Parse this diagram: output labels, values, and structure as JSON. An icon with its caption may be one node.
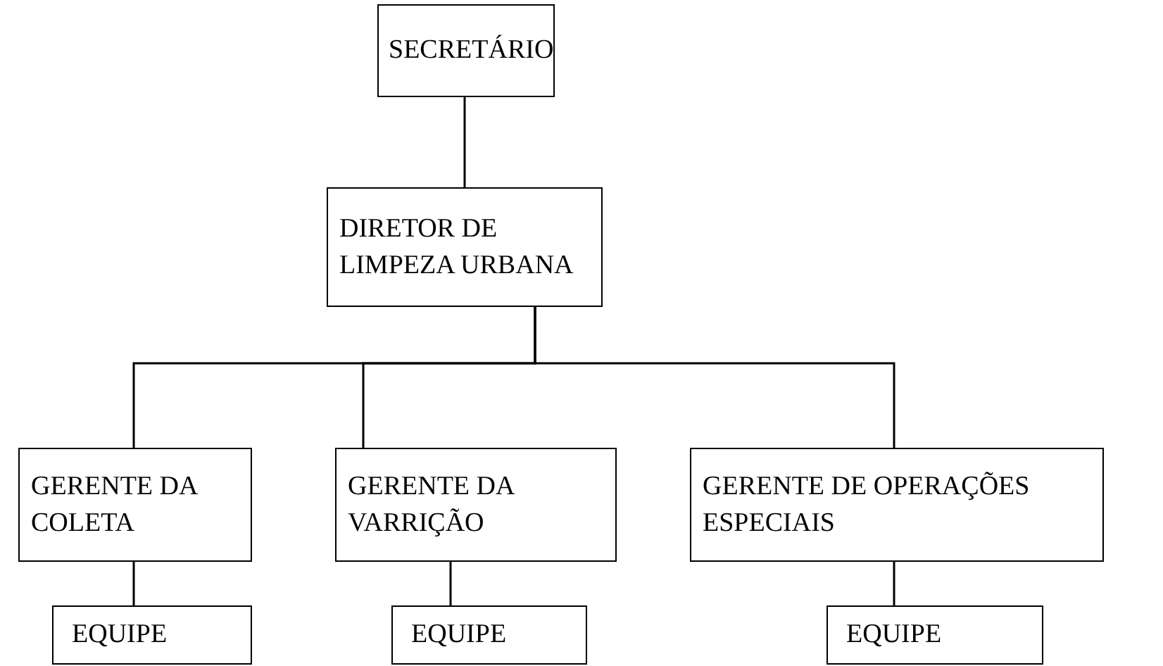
{
  "diagram": {
    "nodes": [
      {
        "text": [
          "SECRETÁRIO"
        ]
      },
      {
        "text": [
          "DIRETOR DE LIMPEZA URBANA"
        ]
      },
      {
        "text": [
          "GERENTE DA COLETA"
        ]
      },
      {
        "text": [
          "GERENTE DA VARRIÇÃO"
        ]
      },
      {
        "text": [
          "GERENTE DE OPERAÇÕES ESPECIAIS"
        ]
      },
      {
        "text": [
          "EQUIPE"
        ]
      },
      {
        "text": [
          "EQUIPE"
        ]
      },
      {
        "text": [
          "EQUIPE"
        ]
      }
    ],
    "edges": [
      {
        "from": 0,
        "to": 1,
        "arrow": "none"
      },
      {
        "from": 1,
        "to": 2,
        "arrow": "none"
      },
      {
        "from": 1,
        "to": 3,
        "arrow": "none"
      },
      {
        "from": 1,
        "to": 4,
        "arrow": "none"
      },
      {
        "from": 2,
        "to": 5,
        "arrow": "none"
      },
      {
        "from": 3,
        "to": 6,
        "arrow": "none"
      },
      {
        "from": 4,
        "to": 7,
        "arrow": "none"
      }
    ]
  }
}
